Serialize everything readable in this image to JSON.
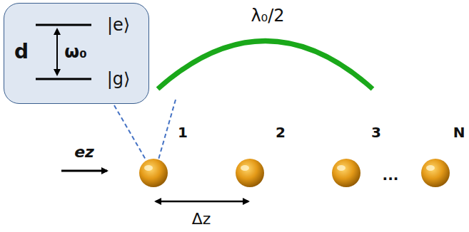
{
  "diagram": {
    "nodes": [
      {
        "text": [
          "d",
          "ω₀",
          "|e⟩",
          "|g⟩"
        ]
      }
    ],
    "labels": [
      "λ₀/2",
      "1",
      "2",
      "3",
      "N",
      "...",
      "ez",
      "Δz"
    ]
  }
}
